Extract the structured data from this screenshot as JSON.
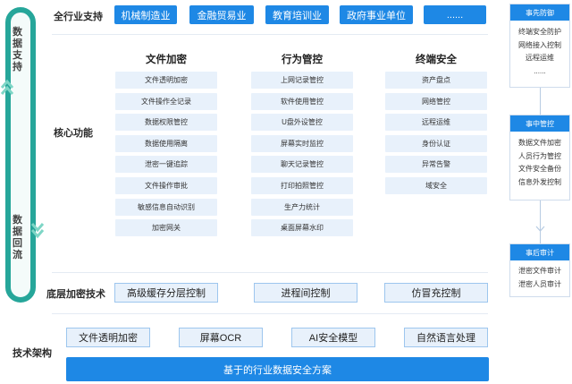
{
  "industry": {
    "label": "全行业支持",
    "items": [
      "机械制造业",
      "金融贸易业",
      "教育培训业",
      "政府事业单位",
      "......"
    ]
  },
  "left_loop": {
    "top_text": "数据支持",
    "bottom_text": "数据回流"
  },
  "core": {
    "label": "核心功能",
    "columns": [
      {
        "title": "文件加密",
        "items": [
          "文件透明加密",
          "文件操作全记录",
          "数据权限管控",
          "数据使用隔离",
          "泄密一键追踪",
          "文件操作审批",
          "敏感信息自动识别",
          "加密网关"
        ]
      },
      {
        "title": "行为管控",
        "items": [
          "上网记录管控",
          "软件使用管控",
          "U盘外设管控",
          "屏幕实时监控",
          "聊天记录管控",
          "打印拍照管控",
          "生产力统计",
          "桌面屏幕水印"
        ]
      },
      {
        "title": "终端安全",
        "items": [
          "资产盘点",
          "网络管控",
          "远程运维",
          "身份认证",
          "异常告警",
          "域安全"
        ]
      }
    ]
  },
  "bottom_tech": {
    "label": "底层加密技术",
    "items": [
      "高级缓存分层控制",
      "进程间控制",
      "仿冒充控制"
    ]
  },
  "architecture": {
    "label": "技术架构",
    "items": [
      "文件透明加密",
      "屏幕OCR",
      "AI安全模型",
      "自然语言处理"
    ],
    "base": "基于的行业数据安全方案"
  },
  "right_cards": [
    {
      "title": "事先防御",
      "items": [
        "终端安全防护",
        "网络接入控制",
        "远程运维",
        "......"
      ]
    },
    {
      "title": "事中管控",
      "items": [
        "数据文件加密",
        "人员行为管控",
        "文件安全备份",
        "信息外发控制"
      ]
    },
    {
      "title": "事后审计",
      "items": [
        "泄密文件审计",
        "泄密人员审计"
      ]
    }
  ],
  "colors": {
    "accent": "#1e88e5",
    "loop": "#26a69a",
    "light_box": "#e8f1fb"
  }
}
